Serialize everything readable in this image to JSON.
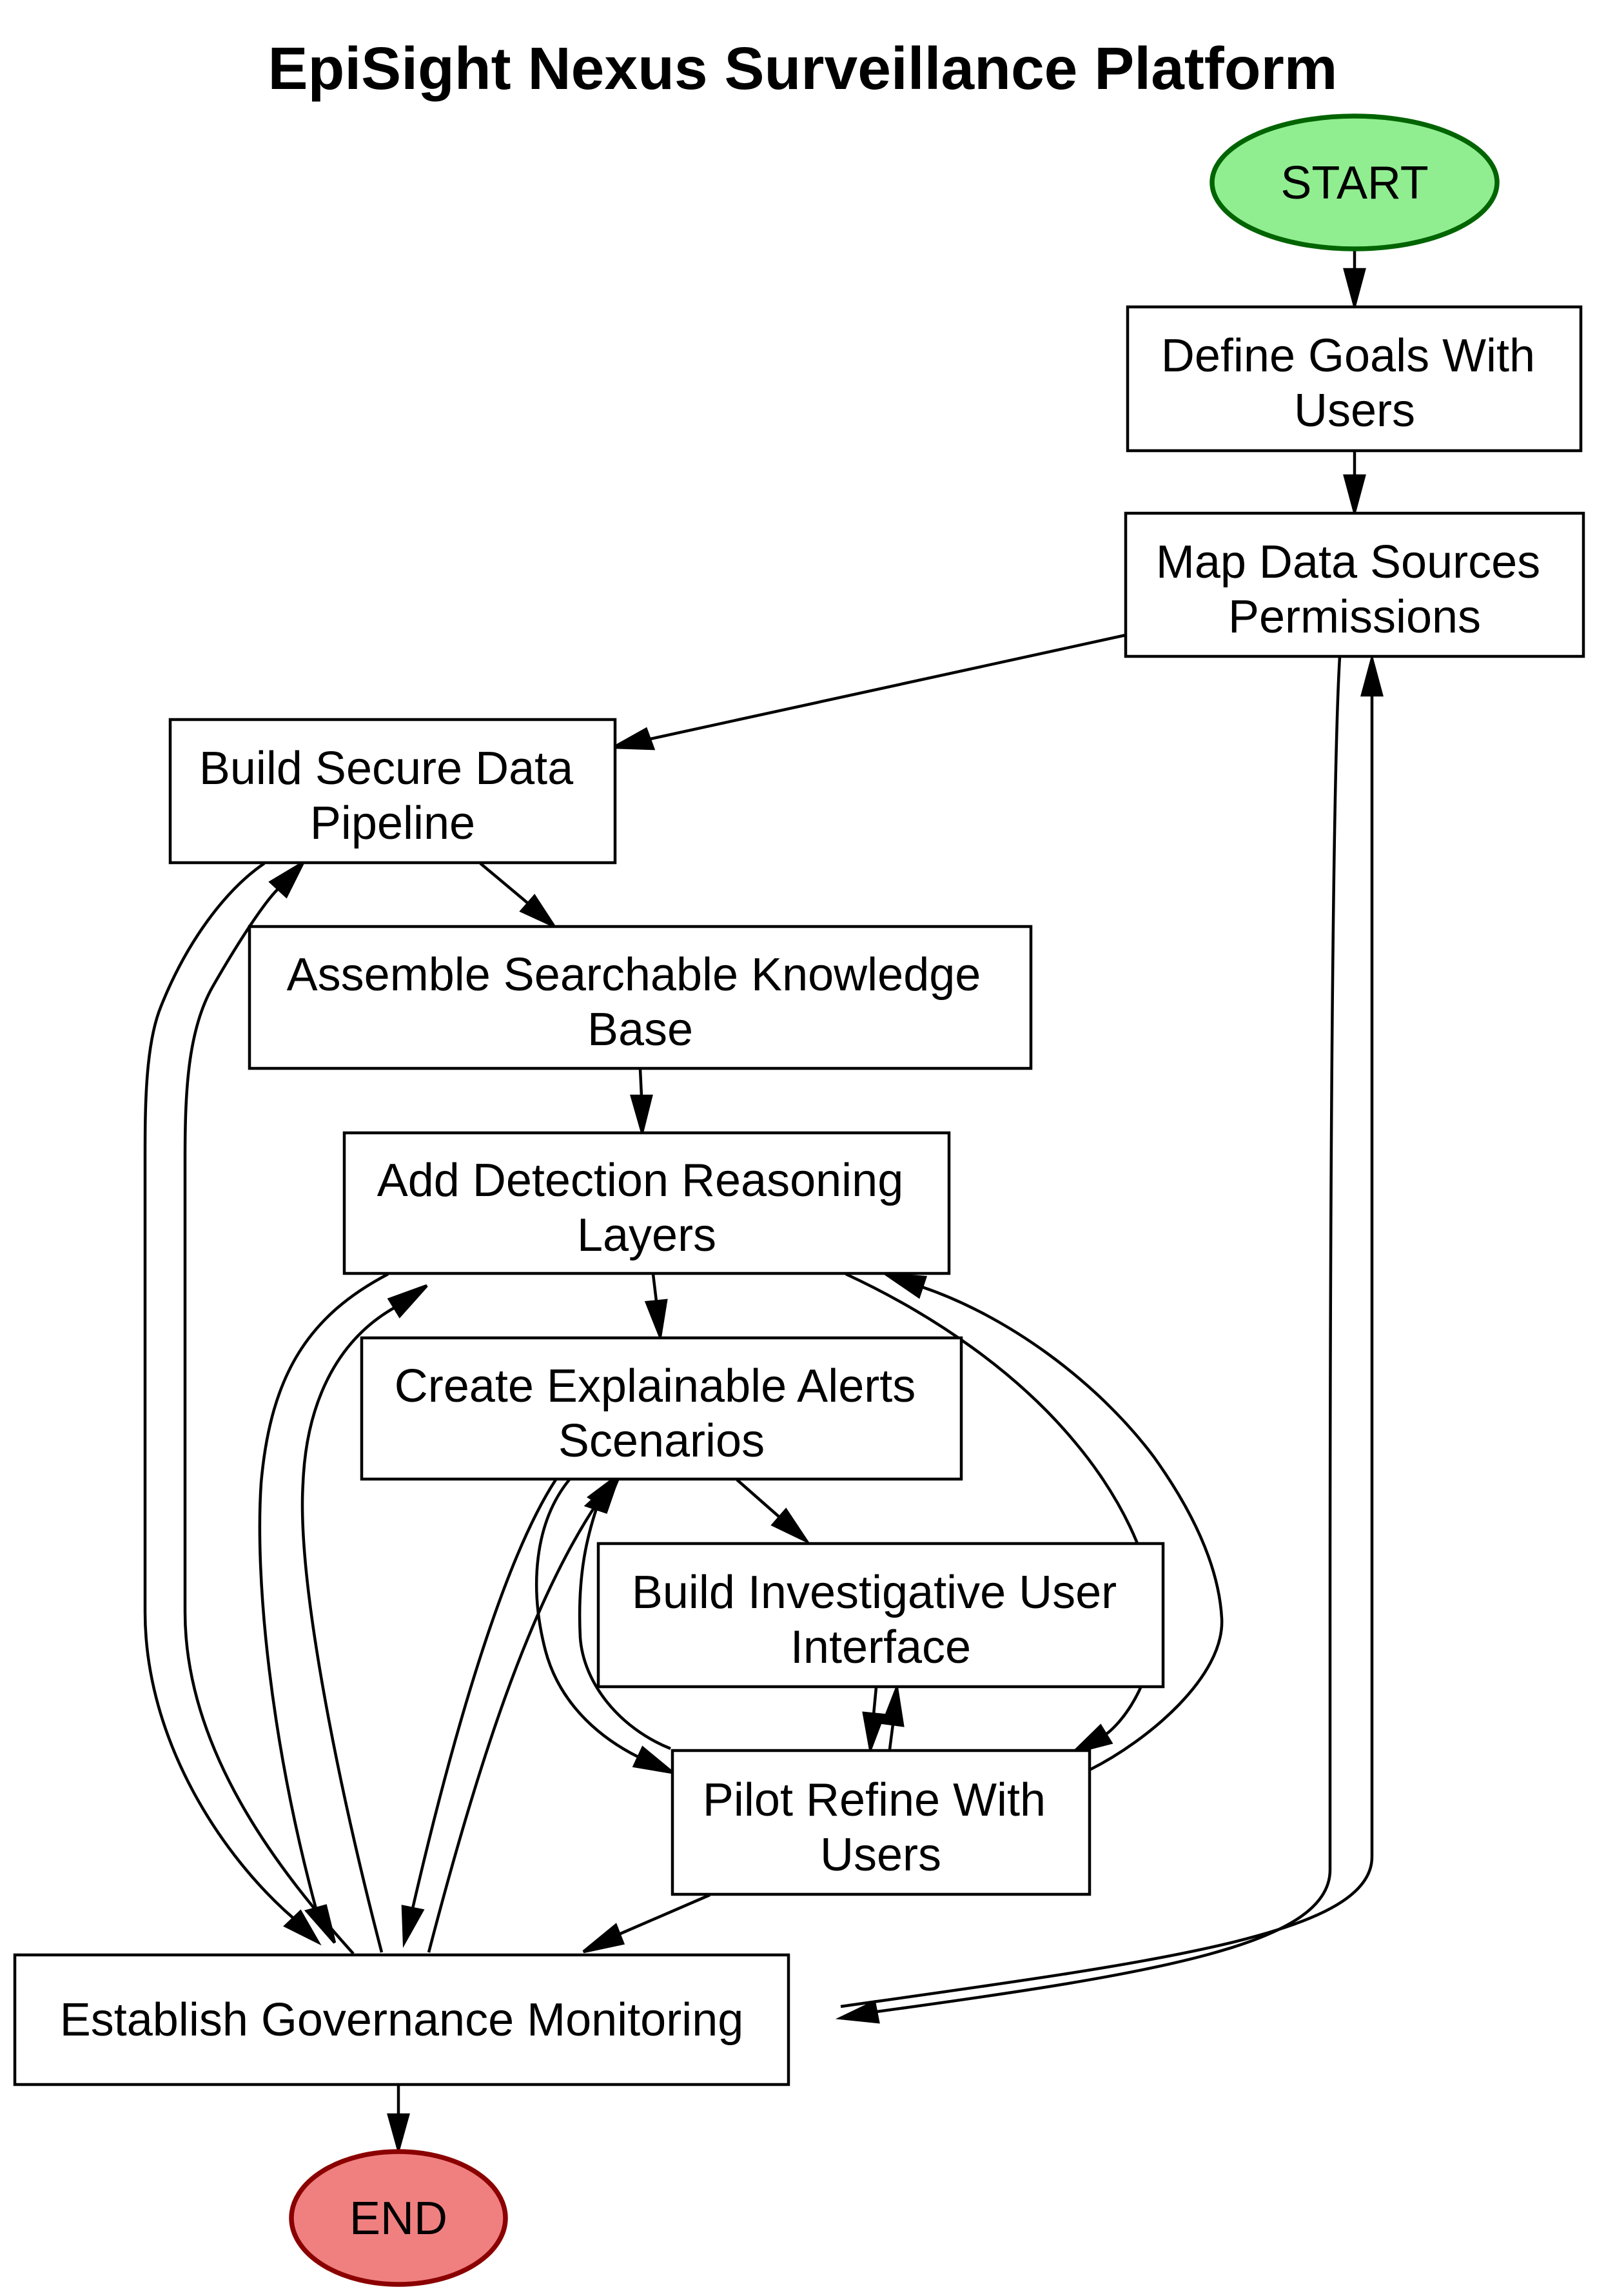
{
  "diagram": {
    "title": "EpiSight Nexus Surveillance Platform",
    "colors": {
      "start_fill": "#90ee90",
      "start_stroke": "#006400",
      "end_fill": "#f08080",
      "end_stroke": "#8b0000",
      "box_fill": "#ffffff",
      "line": "#000000"
    },
    "nodes": {
      "start": {
        "lines": [
          "START"
        ]
      },
      "define_goals": {
        "lines": [
          "Define Goals With",
          "Users"
        ]
      },
      "map_data": {
        "lines": [
          "Map Data Sources",
          "Permissions"
        ]
      },
      "build_pipeline": {
        "lines": [
          "Build Secure Data",
          "Pipeline"
        ]
      },
      "assemble_kb": {
        "lines": [
          "Assemble Searchable Knowledge",
          "Base"
        ]
      },
      "add_detection": {
        "lines": [
          "Add Detection Reasoning",
          "Layers"
        ]
      },
      "create_alerts": {
        "lines": [
          "Create Explainable Alerts",
          "Scenarios"
        ]
      },
      "build_ui": {
        "lines": [
          "Build Investigative User",
          "Interface"
        ]
      },
      "pilot_refine": {
        "lines": [
          "Pilot Refine With",
          "Users"
        ]
      },
      "governance": {
        "lines": [
          "Establish Governance Monitoring"
        ]
      },
      "end": {
        "lines": [
          "END"
        ]
      }
    },
    "edges": [
      {
        "from": "start",
        "to": "define_goals"
      },
      {
        "from": "define_goals",
        "to": "map_data"
      },
      {
        "from": "map_data",
        "to": "build_pipeline"
      },
      {
        "from": "map_data",
        "to": "governance"
      },
      {
        "from": "governance",
        "to": "map_data"
      },
      {
        "from": "build_pipeline",
        "to": "assemble_kb"
      },
      {
        "from": "build_pipeline",
        "to": "governance"
      },
      {
        "from": "governance",
        "to": "build_pipeline"
      },
      {
        "from": "assemble_kb",
        "to": "add_detection"
      },
      {
        "from": "add_detection",
        "to": "create_alerts"
      },
      {
        "from": "add_detection",
        "to": "pilot_refine"
      },
      {
        "from": "pilot_refine",
        "to": "add_detection"
      },
      {
        "from": "add_detection",
        "to": "governance"
      },
      {
        "from": "governance",
        "to": "add_detection"
      },
      {
        "from": "create_alerts",
        "to": "build_ui"
      },
      {
        "from": "create_alerts",
        "to": "pilot_refine"
      },
      {
        "from": "pilot_refine",
        "to": "create_alerts"
      },
      {
        "from": "create_alerts",
        "to": "governance"
      },
      {
        "from": "governance",
        "to": "create_alerts"
      },
      {
        "from": "build_ui",
        "to": "pilot_refine"
      },
      {
        "from": "pilot_refine",
        "to": "build_ui"
      },
      {
        "from": "pilot_refine",
        "to": "governance"
      },
      {
        "from": "governance",
        "to": "end"
      }
    ]
  }
}
